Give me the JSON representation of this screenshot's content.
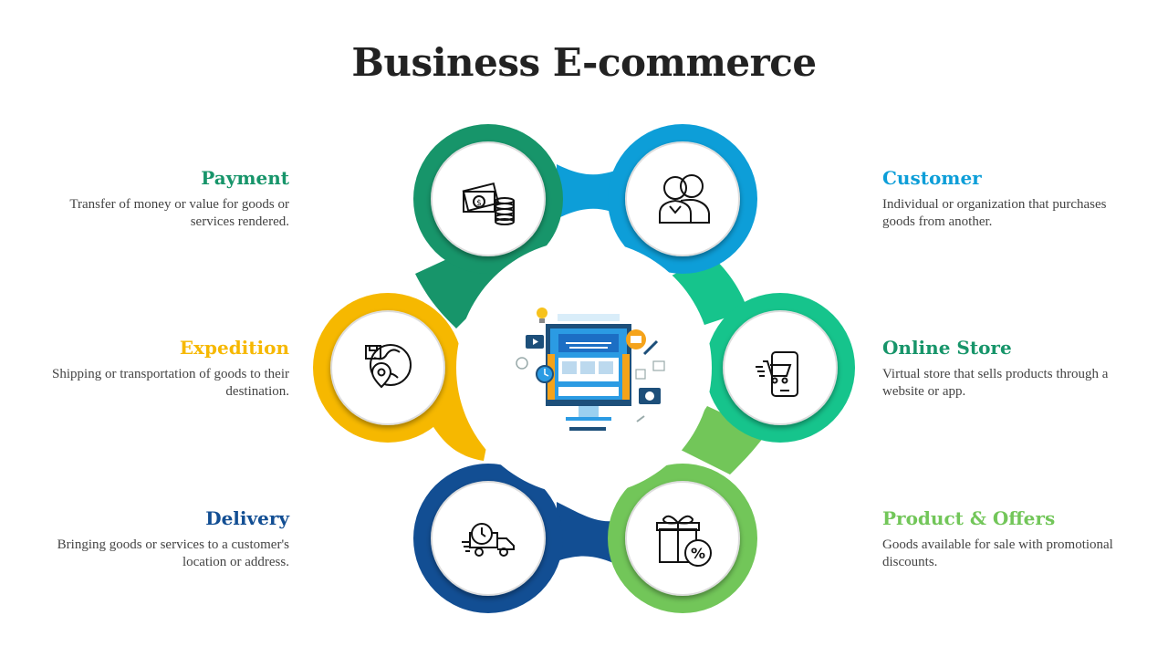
{
  "title": "Business E-commerce",
  "items": [
    {
      "key": "payment",
      "title": "Payment",
      "description": "Transfer of money or value for goods or services rendered.",
      "color": "#17956a",
      "icon": "money-icon"
    },
    {
      "key": "customer",
      "title": "Customer",
      "description": "Individual or organization that purchases goods from another.",
      "color": "#0d9ed8",
      "icon": "people-icon"
    },
    {
      "key": "expedition",
      "title": "Expedition",
      "description": "Shipping or transportation of goods to their destination.",
      "color": "#f6b800",
      "icon": "globe-location-icon"
    },
    {
      "key": "online_store",
      "title": "Online Store",
      "description": "Virtual store that sells products through a website or app.",
      "color": "#16c48c",
      "icon": "mobile-cart-icon"
    },
    {
      "key": "delivery",
      "title": "Delivery",
      "description": "Bringing goods or services to a customer's location or address.",
      "color": "#124e93",
      "icon": "delivery-truck-icon"
    },
    {
      "key": "product_offers",
      "title": "Product & Offers",
      "description": "Goods available for sale with promotional discounts.",
      "color": "#72c659",
      "icon": "gift-discount-icon"
    }
  ],
  "center_icon": "ecommerce-website-illustration"
}
